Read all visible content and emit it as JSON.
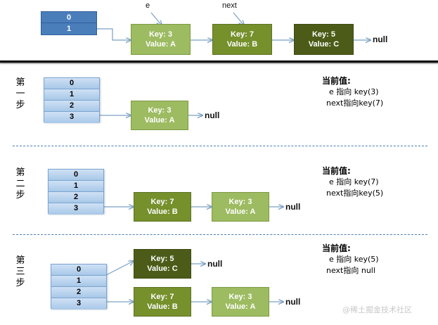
{
  "diagram": {
    "title_watermark": "@稀土掘金技术社区",
    "null_label": "null",
    "pointer_labels": {
      "e": "e",
      "next": "next"
    },
    "top_row": {
      "array_cells": [
        "0",
        "1"
      ],
      "nodes": [
        {
          "key": "Key: 3",
          "value": "Value: A",
          "shade": "light"
        },
        {
          "key": "Key: 7",
          "value": "Value: B",
          "shade": "mid"
        },
        {
          "key": "Key: 5",
          "value": "Value: C",
          "shade": "dark"
        }
      ],
      "tail": "null"
    },
    "steps": [
      {
        "label": "第一步",
        "label_chars": [
          "第",
          "一",
          "步"
        ],
        "array_cells": [
          "0",
          "1",
          "2",
          "3"
        ],
        "nodes": [
          {
            "key": "Key: 3",
            "value": "Value: A",
            "shade": "light"
          }
        ],
        "tail": "null",
        "current": {
          "title": "当前值:",
          "rows": [
            "e 指向 key(3)",
            "next指向key(7)"
          ]
        }
      },
      {
        "label": "第二步",
        "label_chars": [
          "第",
          "二",
          "步"
        ],
        "array_cells": [
          "0",
          "1",
          "2",
          "3"
        ],
        "nodes": [
          {
            "key": "Key: 7",
            "value": "Value: B",
            "shade": "mid"
          },
          {
            "key": "Key: 3",
            "value": "Value: A",
            "shade": "light"
          }
        ],
        "tail": "null",
        "current": {
          "title": "当前值:",
          "rows": [
            "e 指向 key(7)",
            "next指向key(5)"
          ]
        }
      },
      {
        "label": "第三步",
        "label_chars": [
          "第",
          "三",
          "步"
        ],
        "array_cells": [
          "0",
          "1",
          "2",
          "3"
        ],
        "branch_top": {
          "nodes": [
            {
              "key": "Key: 5",
              "value": "Value: C",
              "shade": "dark"
            }
          ],
          "tail": "null"
        },
        "branch_bottom": {
          "nodes": [
            {
              "key": "Key: 7",
              "value": "Value: B",
              "shade": "mid"
            },
            {
              "key": "Key: 3",
              "value": "Value: A",
              "shade": "light"
            }
          ],
          "tail": "null"
        },
        "current": {
          "title": "当前值:",
          "rows": [
            "e 指向 key(5)",
            "next指向 null"
          ]
        }
      }
    ],
    "colors": {
      "node_light": "#9dbb61",
      "node_mid": "#76902c",
      "node_dark": "#4c5c18",
      "array_top": "#4a7ebb",
      "array_step": "#b9d3ef",
      "connector": "#7ba0c4",
      "divider_dashed": "#4d7fab",
      "watermark": "#c8c8c8"
    }
  }
}
